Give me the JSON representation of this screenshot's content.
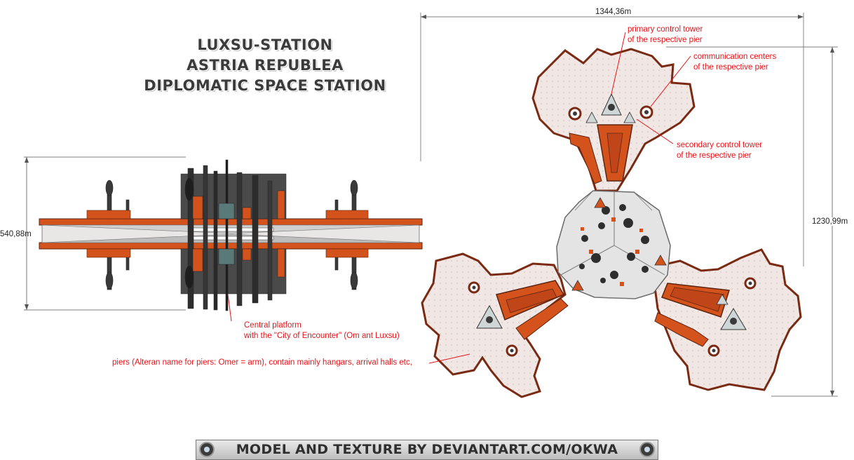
{
  "title": {
    "line1": "LUXSU-STATION",
    "line2": "ASTRIA REPUBLEA",
    "line3": "DIPLOMATIC SPACE STATION"
  },
  "dimensions": {
    "side_height": "540,88m",
    "top_width": "1344,36m",
    "top_height": "1230,99m"
  },
  "annotations": {
    "primary_tower": [
      "primary control tower",
      "of the respective pier"
    ],
    "communication": [
      "communication centers",
      "of the respective pier"
    ],
    "secondary_tower": [
      "secondary control tower",
      "of the respective pier"
    ],
    "central_platform": [
      "Central platform",
      "with the \"City of Encounter\"  (Om ant Luxsu)"
    ],
    "piers": "piers (Alteran name for piers: Omer = arm), contain mainly hangars, arrival halls etc,"
  },
  "colors": {
    "hull_orange": "#d4521b",
    "hull_dark": "#5a2410",
    "deck_pale": "#f1e8e6",
    "annotation_red": "#e8141a"
  },
  "credit": "MODEL AND TEXTURE BY DEVIANTART.COM/OKWA"
}
